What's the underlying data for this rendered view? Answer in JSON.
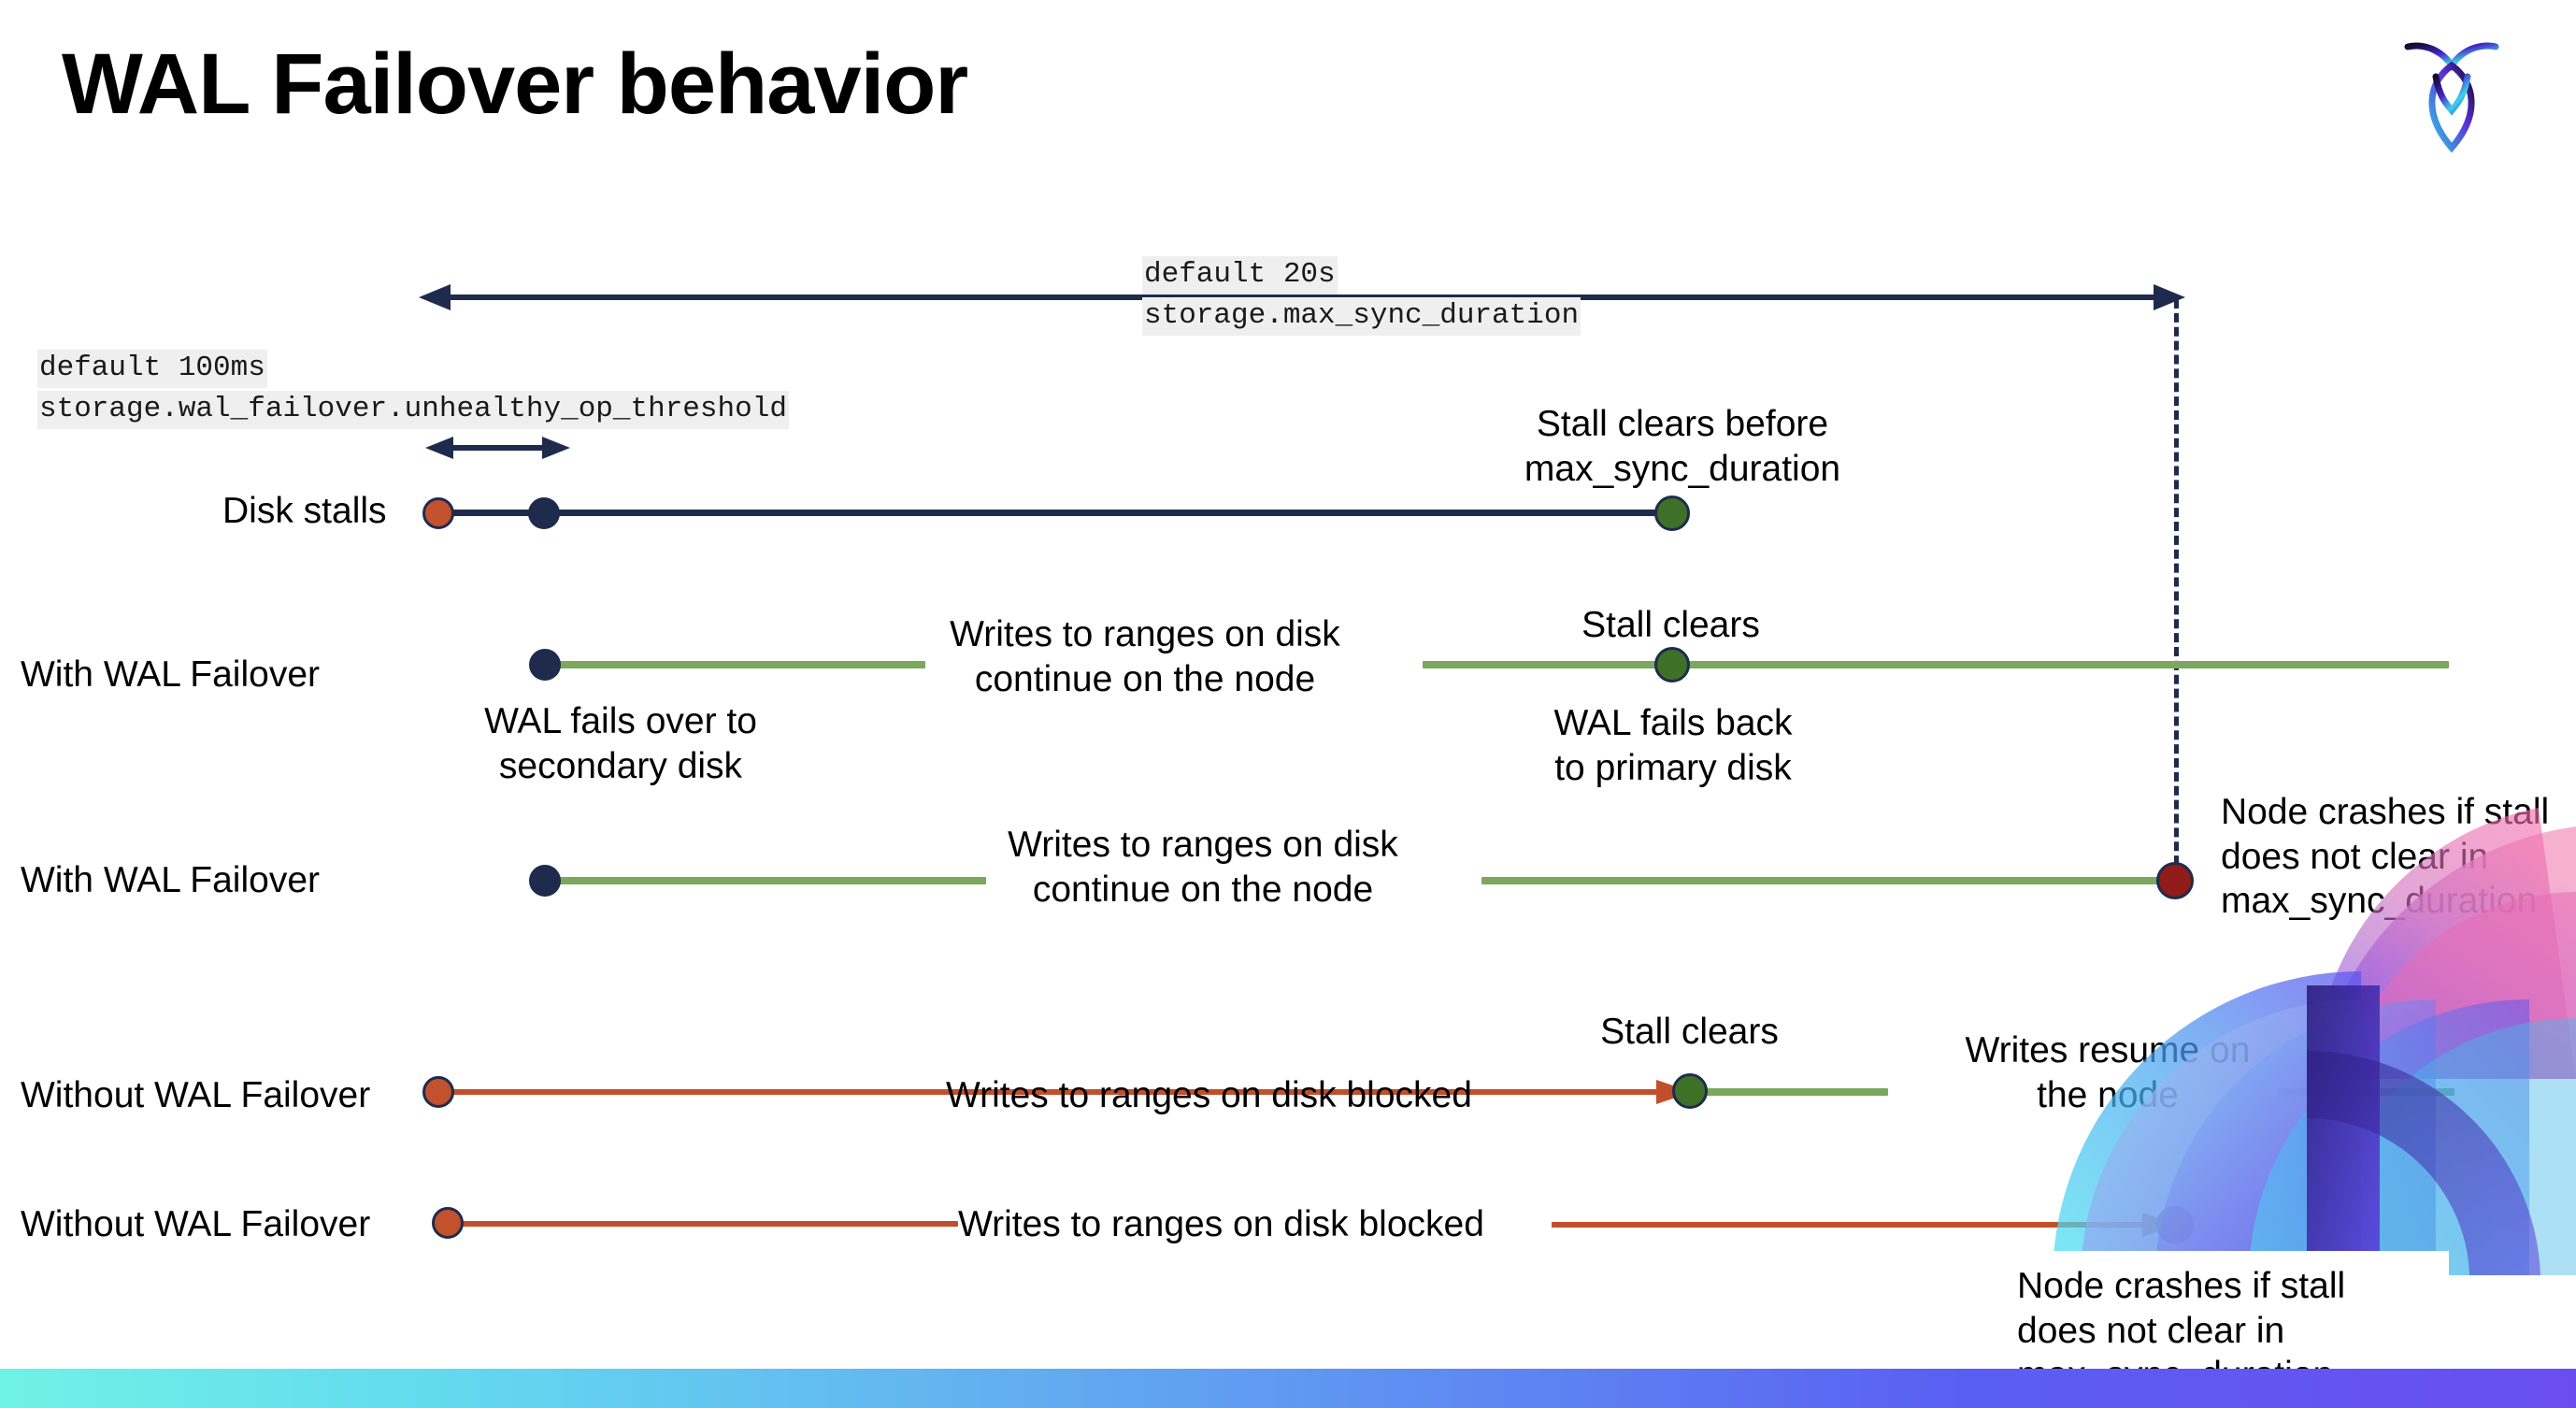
{
  "slide": {
    "title": "WAL Failover behavior",
    "logo_name": "cockroachdb-logo"
  },
  "settings": {
    "max_sync_duration": {
      "default_line": "default 20s",
      "name_line": "storage.max_sync_duration"
    },
    "unhealthy_op_threshold": {
      "default_line": "default 100ms",
      "name_line": "storage.wal_failover.unhealthy_op_threshold"
    }
  },
  "rows": [
    {
      "id": "disk-stalls",
      "label": "Disk stalls",
      "notes": [
        "Stall clears before\nmax_sync_duration"
      ]
    },
    {
      "id": "with-wal-failover-clears",
      "label": "With WAL Failover",
      "notes": [
        "Writes to ranges on disk\ncontinue on the node",
        "Stall clears",
        "WAL fails over to\nsecondary disk",
        "WAL fails  back\nto primary disk"
      ]
    },
    {
      "id": "with-wal-failover-crash",
      "label": "With WAL Failover",
      "notes": [
        "Writes to ranges on disk\ncontinue on the node",
        "Node crashes if stall\ndoes not clear in\nmax_sync_duration"
      ]
    },
    {
      "id": "without-wal-failover-clears",
      "label": "Without WAL Failover",
      "notes": [
        "Writes to ranges on disk  blocked",
        "Stall clears",
        "Writes resume on\nthe node"
      ]
    },
    {
      "id": "without-wal-failover-crash",
      "label": "Without WAL Failover",
      "notes": [
        "Writes to ranges on disk  blocked",
        "Node crashes if stall\ndoes not clear in\nmax_sync_duration"
      ]
    }
  ],
  "labels": {
    "disk_stalls": "Disk stalls",
    "with_wal_failover_a": "With WAL Failover",
    "with_wal_failover_b": "With WAL Failover",
    "without_wal_failover_a": "Without WAL Failover",
    "without_wal_failover_b": "Without WAL Failover"
  },
  "annotations": {
    "stall_clears_before_max": "Stall clears before\nmax_sync_duration",
    "writes_continue_1": "Writes to ranges on disk\ncontinue on the node",
    "writes_continue_2": "Writes to ranges on disk\ncontinue on the node",
    "stall_clears_row2": "Stall clears",
    "wal_fails_over": "WAL fails over to\nsecondary disk",
    "wal_fails_back": "WAL fails  back\nto primary disk",
    "node_crashes_row3": "Node crashes if stall\ndoes not clear in\nmax_sync_duration",
    "writes_blocked_1": "Writes to ranges on disk  blocked",
    "stall_clears_row4": "Stall clears",
    "writes_resume": "Writes resume on\nthe node",
    "writes_blocked_2": "Writes to ranges on disk  blocked",
    "node_crashes_row5": "Node crashes if stall\ndoes not clear in\nmax_sync_duration"
  },
  "colors": {
    "navy": "#1f2b4d",
    "orange": "#c2512e",
    "green_line": "#7aa85c",
    "green_dot": "#3f7028",
    "dark_red": "#8f1c18",
    "orange_line": "#c24f2c",
    "chip_bg": "#efefef",
    "bar_start": "#6ff2e6",
    "bar_end": "#6a4df0"
  }
}
